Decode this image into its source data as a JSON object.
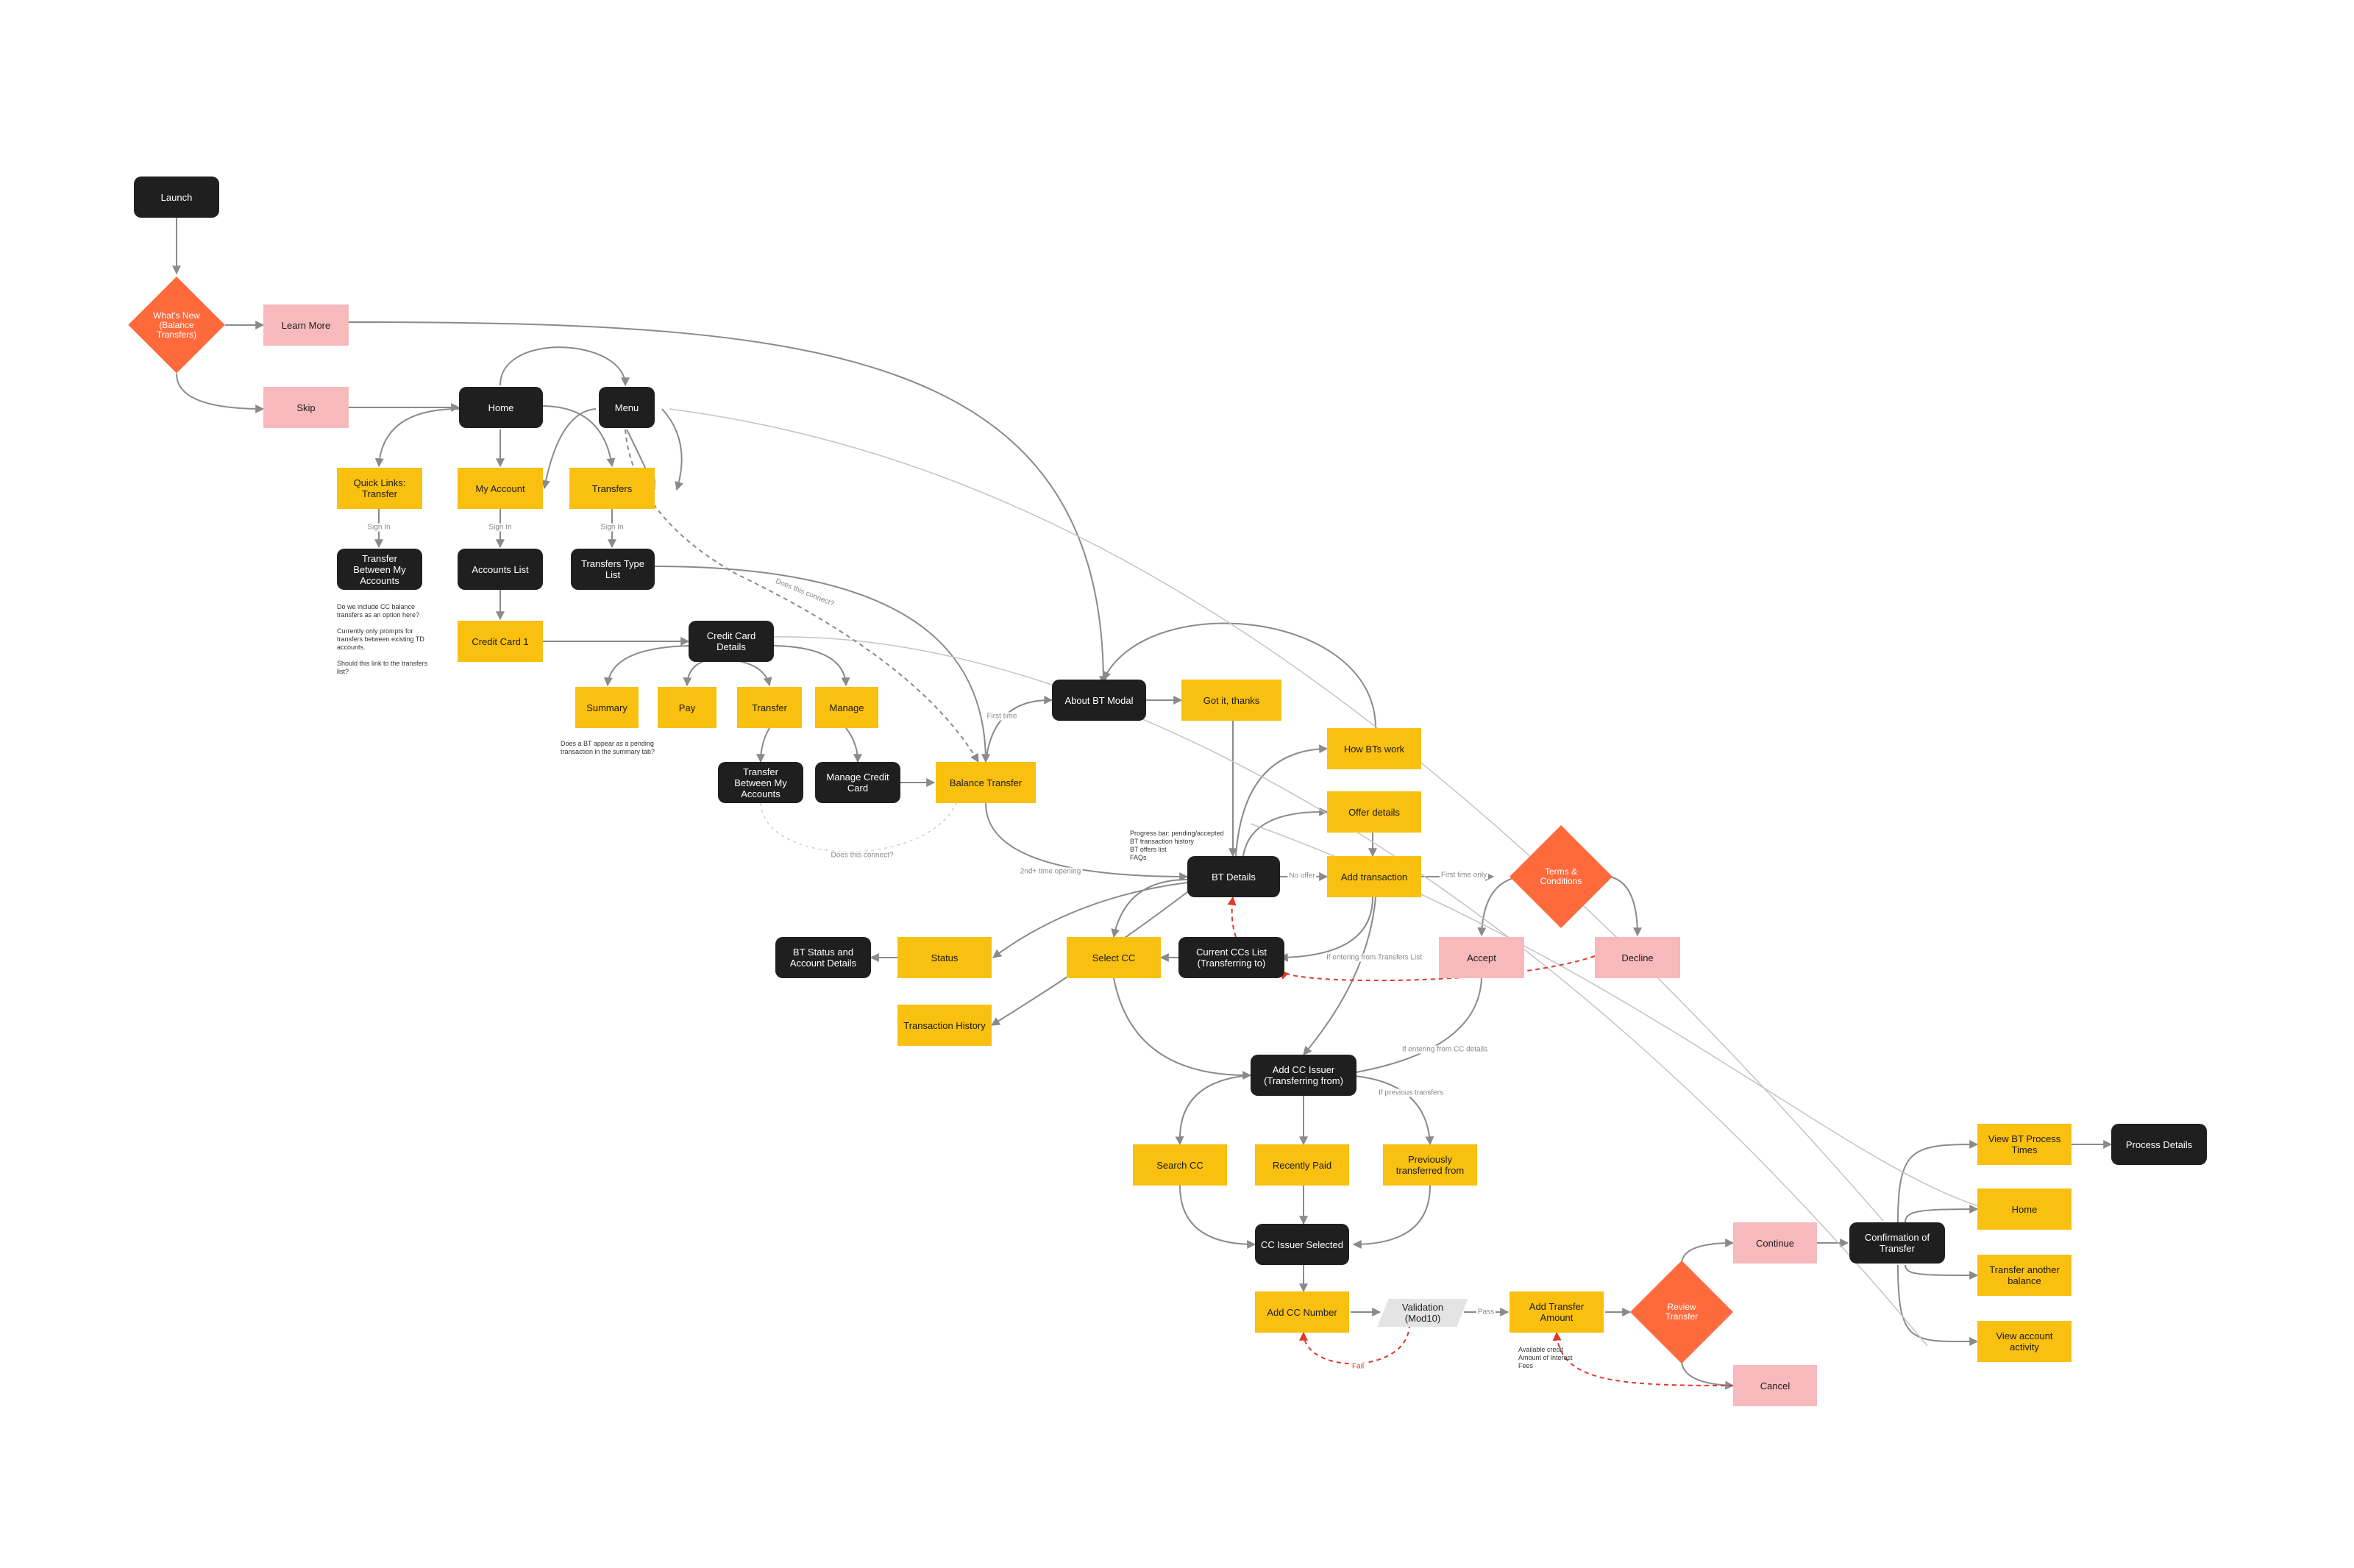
{
  "colors": {
    "black_node": "#1f1f1f",
    "yellow_node": "#f9c00f",
    "pink_node": "#f8b9bd",
    "decision_node": "#ff6a3d",
    "validation_node": "#e4e4e4",
    "edge": "#8a8a8a",
    "fail_edge": "#e3382a"
  },
  "nodes": {
    "launch": "Launch",
    "whats_new": "What's New (Balance Transfers)",
    "learn_more": "Learn More",
    "skip": "Skip",
    "home": "Home",
    "menu": "Menu",
    "quick_links": "Quick Links: Transfer",
    "my_account": "My Account",
    "transfers": "Transfers",
    "transfer_between_1": "Transfer Between My Accounts",
    "accounts_list": "Accounts List",
    "transfers_type_list": "Transfers Type List",
    "credit_card_1": "Credit Card 1",
    "credit_card_details": "Credit Card Details",
    "summary": "Summary",
    "pay": "Pay",
    "transfer": "Transfer",
    "manage": "Manage",
    "transfer_between_2": "Transfer Between My Accounts",
    "manage_credit_card": "Manage Credit Card",
    "balance_transfer": "Balance Transfer",
    "about_bt_modal": "About BT Modal",
    "got_it": "Got it, thanks",
    "how_bts_work": "How BTs work",
    "offer_details": "Offer details",
    "add_transaction": "Add transaction",
    "bt_details": "BT Details",
    "terms": "Terms & Conditions",
    "accept": "Accept",
    "decline": "Decline",
    "bt_status": "BT Status and Account Details",
    "status": "Status",
    "select_cc": "Select CC",
    "current_ccs": "Current CCs List (Transferring to)",
    "transaction_history": "Transaction History",
    "add_cc_issuer": "Add CC Issuer (Transferring from)",
    "search_cc": "Search CC",
    "recently_paid": "Recently Paid",
    "previously_transferred": "Previously transferred from",
    "cc_issuer_selected": "CC Issuer Selected",
    "add_cc_number": "Add CC Number",
    "validation": "Validation (Mod10)",
    "add_transfer_amount": "Add Transfer Amount",
    "review_transfer": "Review Transfer",
    "continue": "Continue",
    "cancel": "Cancel",
    "confirmation": "Confirmation of Transfer",
    "view_bt_process": "View BT Process Times",
    "process_details": "Process Details",
    "home2": "Home",
    "transfer_another": "Transfer another balance",
    "view_account_activity": "View account activity"
  },
  "edge_labels": {
    "sign_in_1": "Sign In",
    "sign_in_2": "Sign In",
    "sign_in_3": "Sign In",
    "does_connect_1": "Does this connect?",
    "does_connect_2": "Does this connect?",
    "first_time": "First time",
    "second_time": "2nd+ time opening",
    "no_offer": "No offer",
    "first_time_only": "First time only",
    "if_entering_transfers": "If entering from Transfers List",
    "if_entering_cc": "If entering from CC details",
    "if_previous": "If previous transfers",
    "pass": "Pass",
    "fail": "Fail"
  },
  "notes": {
    "quick_links_note": "Do we include CC balance\ntransfers as an option here?\n\nCurrently only prompts for\ntransfers between existing TD\naccounts.\n\nShould this link to the transfers\nlist?",
    "summary_note": "Does a BT appear as a pending\ntransaction in the summary tab?",
    "bt_details_note": "Progress bar: pending/accepted\nBT transaction history\nBT offers list\nFAQs",
    "amount_note": "Available credit\nAmount of Interest\nFees"
  }
}
